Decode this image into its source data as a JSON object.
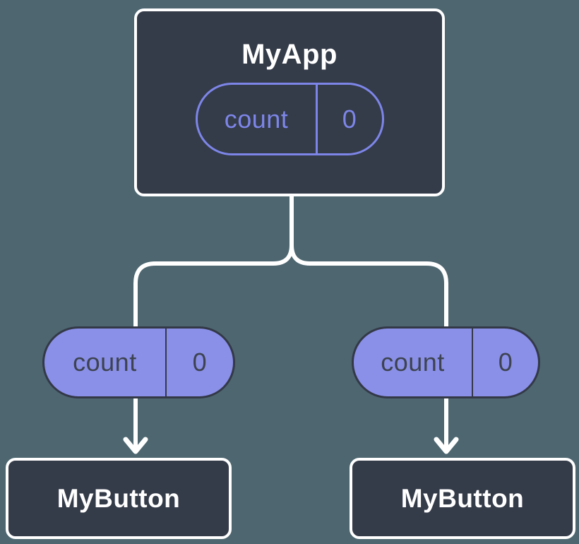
{
  "diagram": {
    "type": "component-tree-props-flow",
    "root": {
      "label": "MyApp",
      "prop": {
        "name": "count",
        "value": "0"
      }
    },
    "children": [
      {
        "label": "MyButton",
        "prop": {
          "name": "count",
          "value": "0"
        }
      },
      {
        "label": "MyButton",
        "prop": {
          "name": "count",
          "value": "0"
        }
      }
    ],
    "colors": {
      "background": "#4D6670",
      "card_fill": "#343B49",
      "card_border": "#FFFFFF",
      "connector": "#FFFFFF",
      "prop_pill_fill": "#8A90E8",
      "prop_pill_outline": "#7D86E8",
      "prop_pill_dark_text": "#3D4350"
    }
  }
}
